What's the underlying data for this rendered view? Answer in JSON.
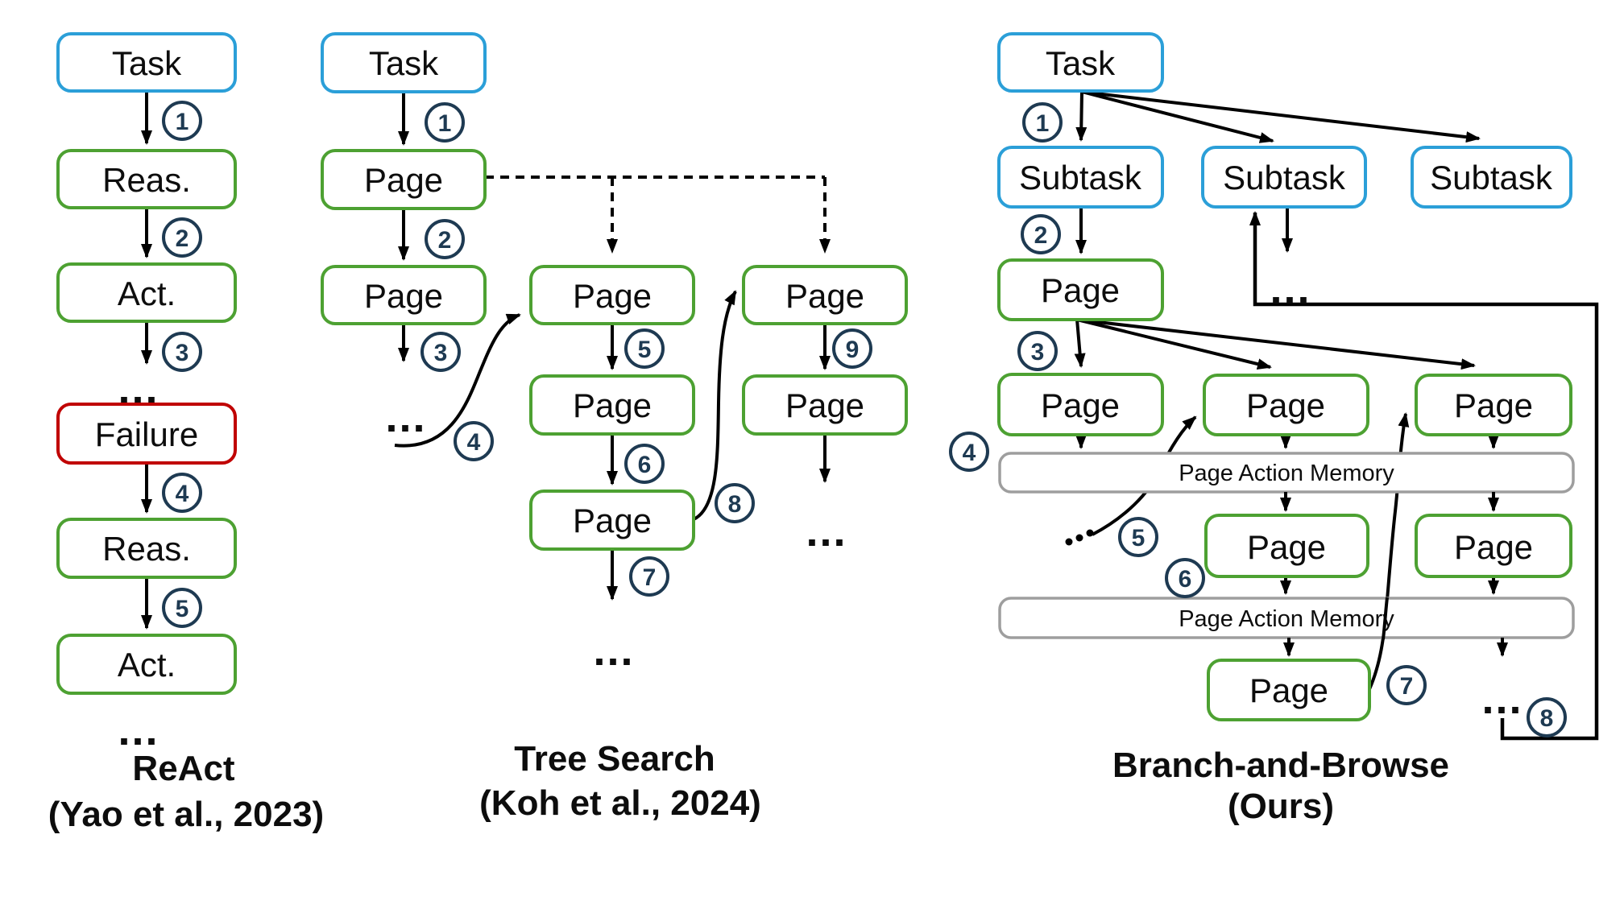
{
  "diagram": {
    "columns": [
      {
        "title": "ReAct",
        "subtitle": "(Yao et al., 2023)"
      },
      {
        "title": "Tree Search",
        "subtitle": "(Koh et al., 2024)"
      },
      {
        "title": "Branch-and-Browse",
        "subtitle": "(Ours)"
      }
    ]
  },
  "labels": {
    "task": "Task",
    "reasoning": "Reas.",
    "action": "Act.",
    "failure": "Failure",
    "page": "Page",
    "subtask": "Subtask",
    "page_action_memory": "Page Action Memory",
    "ellipsis": "..."
  },
  "steps": [
    "1",
    "2",
    "3",
    "4",
    "5",
    "6",
    "7",
    "8",
    "9"
  ],
  "colors": {
    "task-border": "#2B9FD8",
    "page-border": "#4DA132",
    "failure-border": "#C00000",
    "memory-border": "#9E9E9E",
    "step-circle": "#1E3A52",
    "arrow": "#000000",
    "text": "#0D0D0D",
    "background": "#FFFFFF"
  }
}
